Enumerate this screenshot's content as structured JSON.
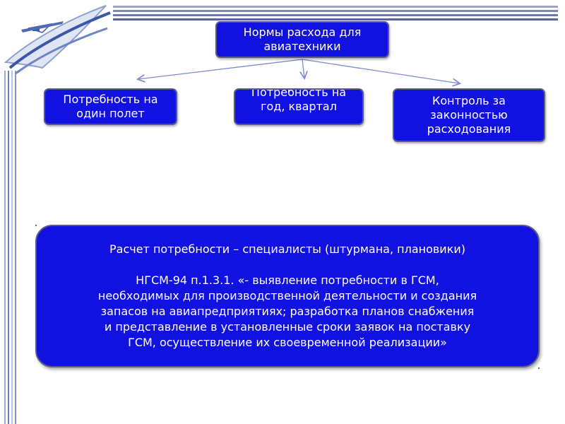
{
  "diagram": {
    "root": "Нормы расхода для авиатехники",
    "children": [
      "Потребность на один полет",
      "Потребность на год, квартал",
      "Контроль за законностью расходования"
    ]
  },
  "info_panel": {
    "line1": "Расчет потребности – специалисты (штурмана, плановики)",
    "paragraph": [
      "НГСМ-94 п.1.3.1. «- выявление потребности в ГСМ,",
      "необходимых для производственной деятельности и создания",
      "запасов на авиапредприятиях; разработка планов снабжения",
      "и представление в установленные сроки заявок на поставку",
      "ГСМ, осуществление их своевременной реализации»"
    ]
  },
  "colors": {
    "box_fill": "#1212e0",
    "box_text": "#ffffff",
    "arrow": "#7d8ad0"
  },
  "decor": {
    "logo": "airplane-book-logo-icon"
  }
}
